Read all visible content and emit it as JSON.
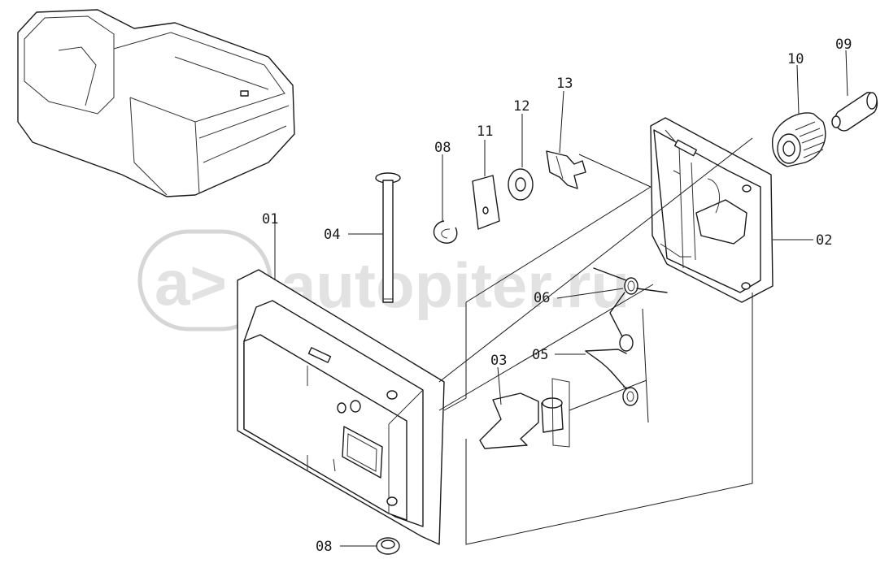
{
  "watermark": {
    "symbol": "a>",
    "text": "autopiter.ru"
  },
  "callouts": [
    "01",
    "02",
    "03",
    "04",
    "05",
    "06",
    "08",
    "08",
    "09",
    "10",
    "11",
    "12",
    "13"
  ]
}
